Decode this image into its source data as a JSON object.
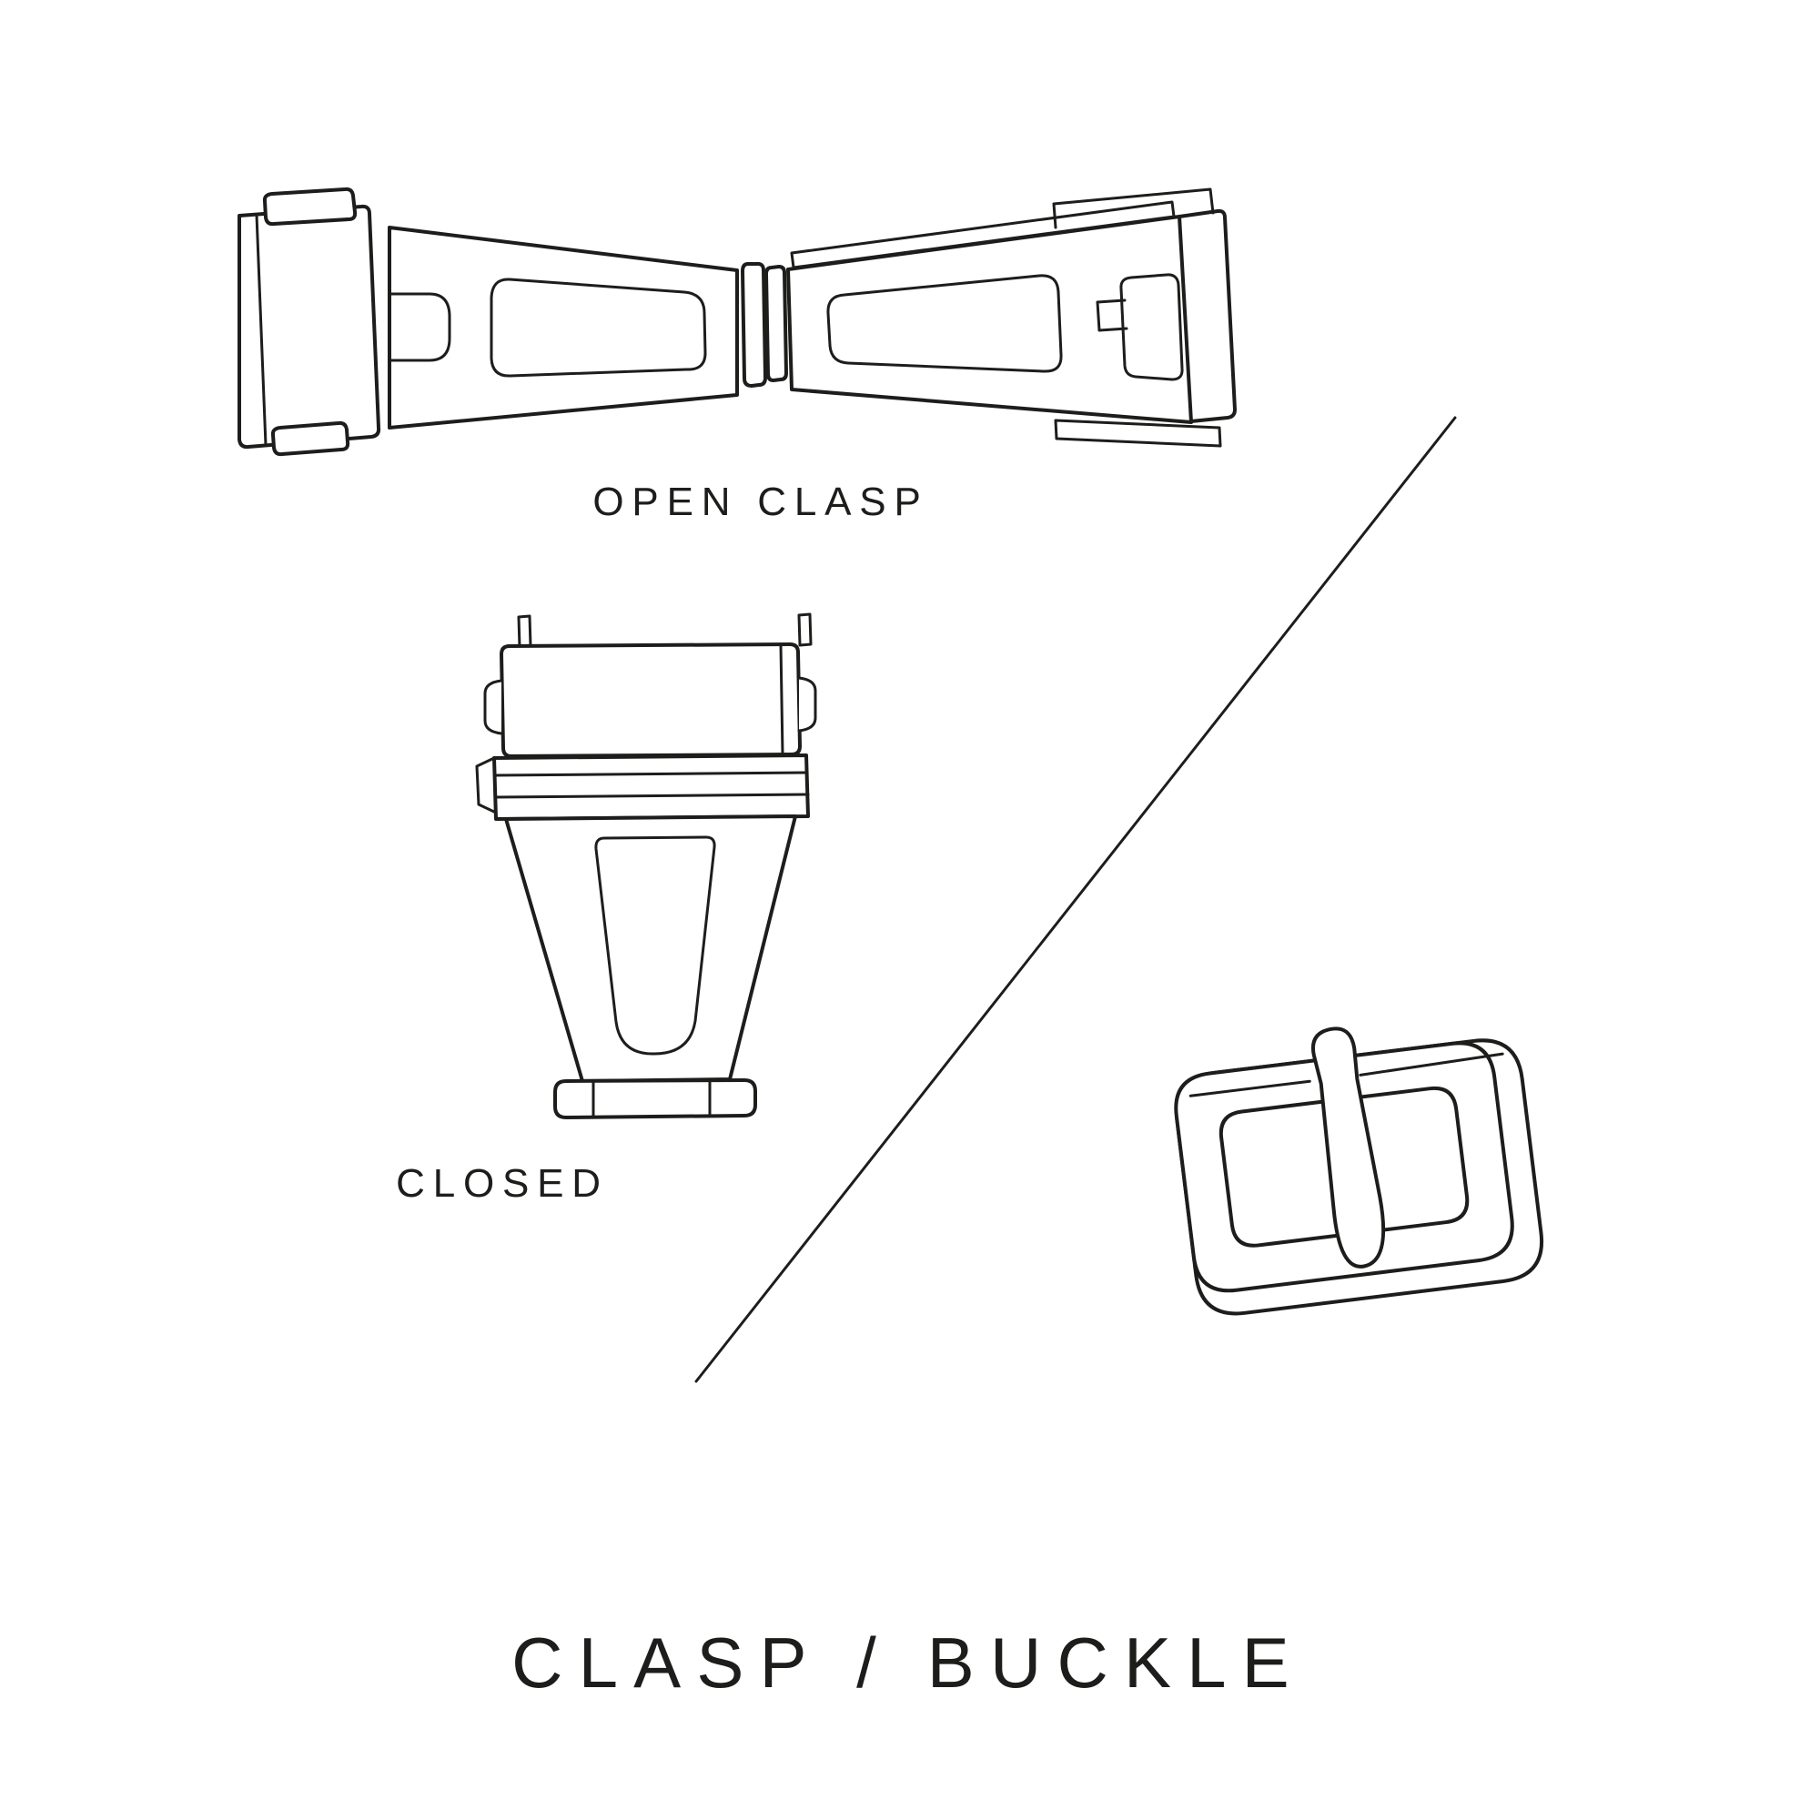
{
  "diagram": {
    "title": "CLASP / BUCKLE",
    "labels": {
      "open_clasp": "OPEN CLASP",
      "closed": "CLOSED"
    },
    "illustrations": [
      "open-clasp-illustration",
      "closed-clasp-illustration",
      "buckle-illustration"
    ],
    "colors": {
      "line": "#1d1d1b",
      "background": "#ffffff"
    }
  }
}
